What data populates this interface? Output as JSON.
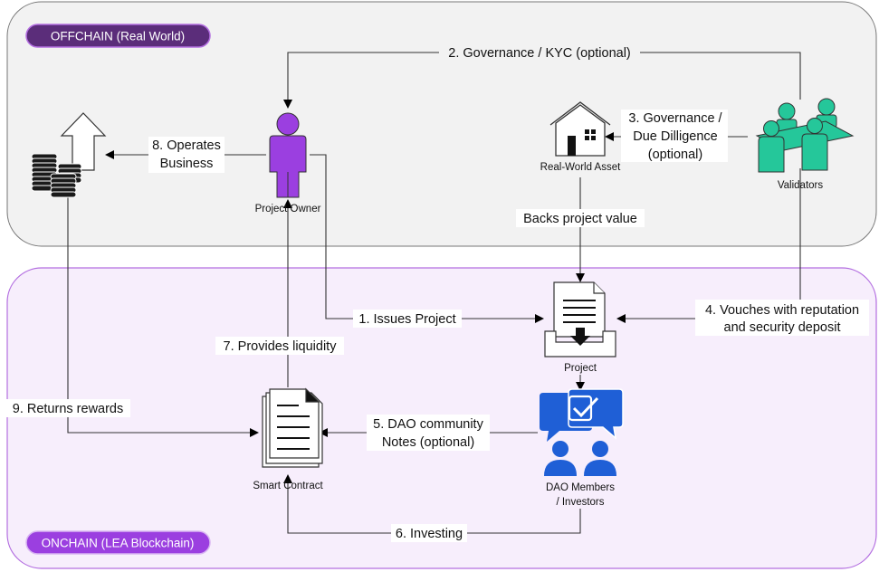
{
  "zones": {
    "offchain_label": "OFFCHAIN (Real World)",
    "onchain_label": "ONCHAIN (LEA Blockchain)"
  },
  "nodes": {
    "project_owner": "Project Owner",
    "real_world_asset": "Real-World Asset",
    "validators": "Validators",
    "project": "Project",
    "smart_contract": "Smart Contract",
    "dao_members_line1": "DAO Members",
    "dao_members_line2": "/ Investors"
  },
  "edges": {
    "e1": "1. Issues Project",
    "e2": "2. Governance / KYC (optional)",
    "e3_line1": "3. Governance /",
    "e3_line2": "Due Dilligence",
    "e3_line3": "(optional)",
    "e4_line1": "4. Vouches with reputation",
    "e4_line2": "and security deposit",
    "e5_line1": "5. DAO community",
    "e5_line2": "Notes (optional)",
    "e6": "6. Investing",
    "e7": "7. Provides liquidity",
    "e8_line1": "8. Operates",
    "e8_line2": "Business",
    "e9": "9. Returns rewards",
    "backs": "Backs project value"
  },
  "colors": {
    "offchain_fill": "#f2f2f2",
    "onchain_fill": "#f7eefc",
    "onchain_border": "#b36ee0",
    "pill_fill": "#5b2d7a",
    "project_owner": "#9b3fe0",
    "validators": "#25c79a",
    "dao": "#1f5fd6",
    "line": "#333333"
  }
}
